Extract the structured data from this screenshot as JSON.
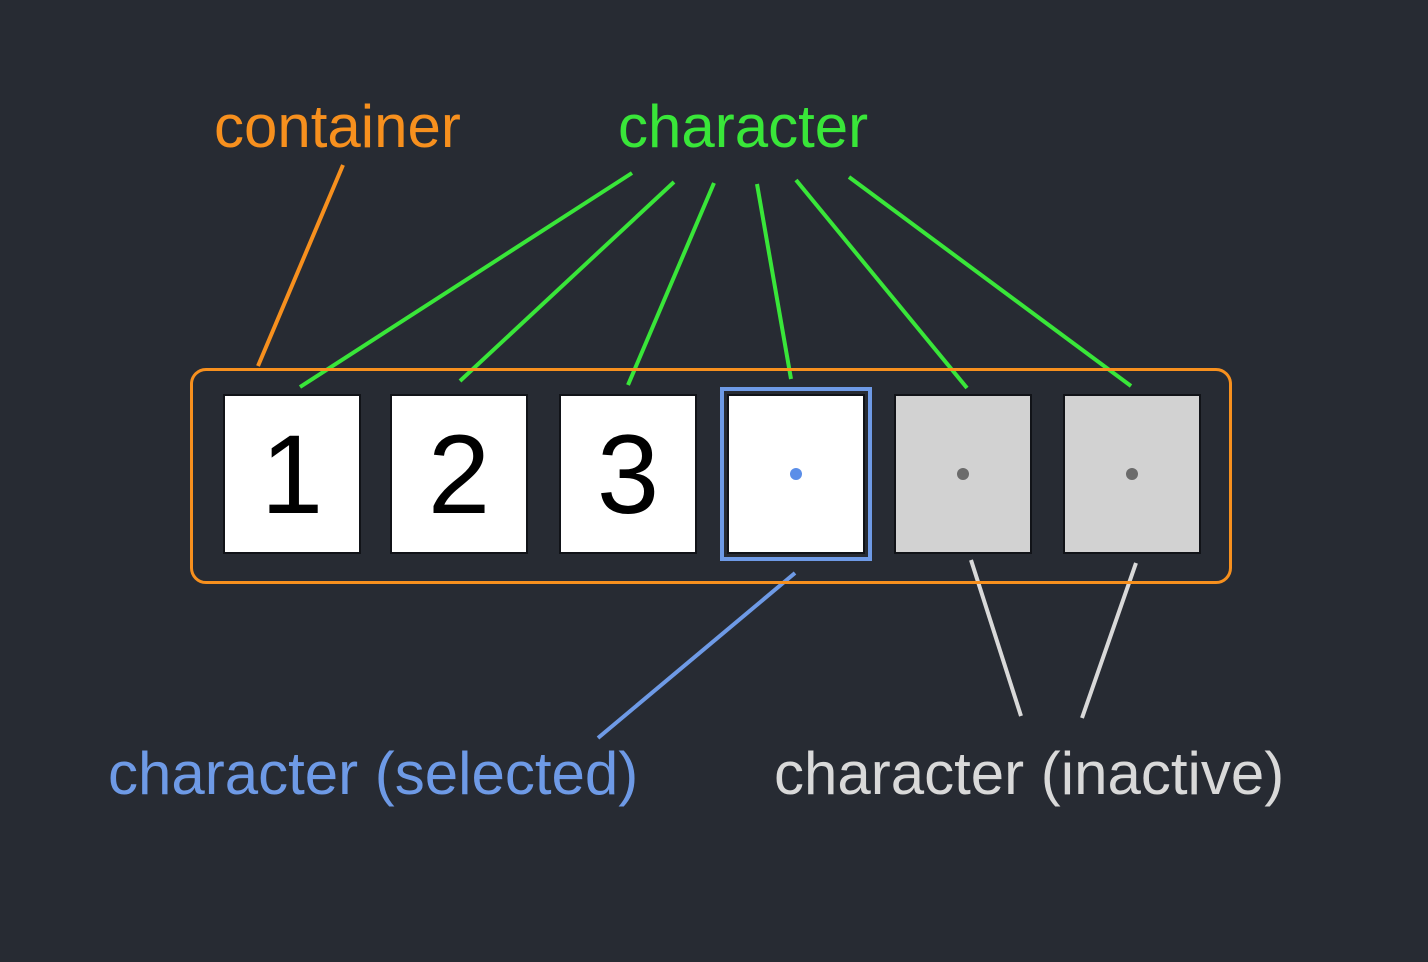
{
  "labels": {
    "container": "container",
    "character": "character",
    "selected": "character (selected)",
    "inactive": "character (inactive)"
  },
  "colors": {
    "background": "#272b33",
    "container": "#f7901e",
    "character": "#39e639",
    "selected": "#6e9ae6",
    "inactive": "#d9d9d9",
    "dot_selected": "#5b8ee8",
    "dot_inactive": "#6b6b6b"
  },
  "cells": [
    {
      "value": "1",
      "state": "filled"
    },
    {
      "value": "2",
      "state": "filled"
    },
    {
      "value": "3",
      "state": "filled"
    },
    {
      "value": "",
      "state": "selected"
    },
    {
      "value": "",
      "state": "inactive"
    },
    {
      "value": "",
      "state": "inactive"
    }
  ]
}
